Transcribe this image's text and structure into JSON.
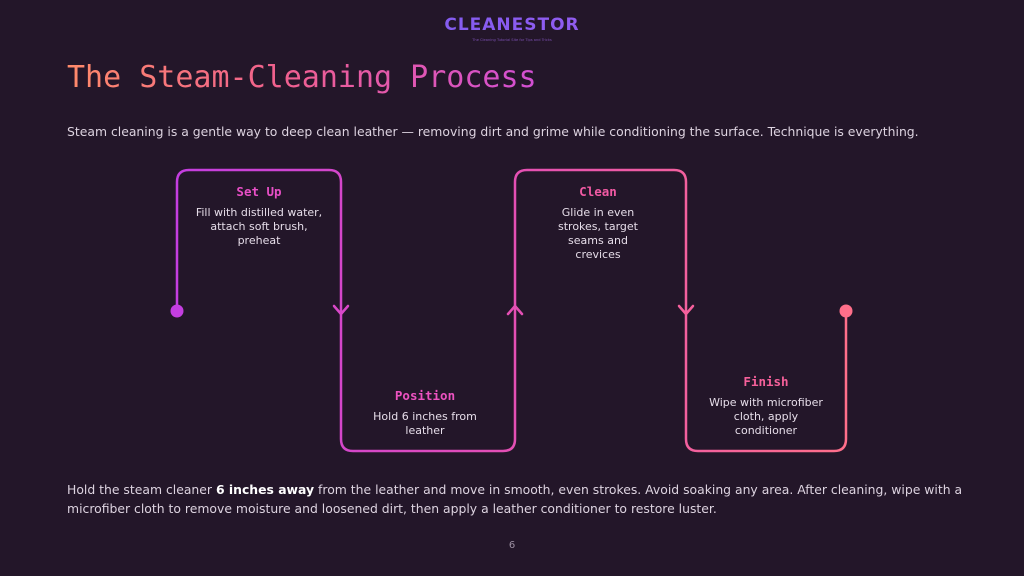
{
  "brand": {
    "name": "CLEANESTOR",
    "tagline": "The Cleaning Tutorial Site for Tips and Tricks"
  },
  "title": "The Steam-Cleaning Process",
  "intro": "Steam cleaning is a gentle way to deep clean leather — removing dirt and grime while conditioning the surface. Technique is everything.",
  "steps": [
    {
      "title": "Set Up",
      "description": "Fill with distilled water, attach soft brush, preheat",
      "color": "#f058b8"
    },
    {
      "title": "Position",
      "description": "Hold 6 inches from leather",
      "color": "#f058b8"
    },
    {
      "title": "Clean",
      "description": "Glide in even strokes, target seams and crevices",
      "color": "#f06090"
    },
    {
      "title": "Finish",
      "description": "Wipe with microfiber cloth, apply conditioner",
      "color": "#f06090"
    }
  ],
  "footer": {
    "before": "Hold the steam cleaner ",
    "bold": "6 inches away",
    "after": " from the leather and move in smooth, even strokes. Avoid soaking any area. After cleaning, wipe with a microfiber cloth to remove moisture and loosened dirt, then apply a leather conditioner to restore luster."
  },
  "page_number": "6",
  "colors": {
    "background": "#231629",
    "path_start": "#c43ee0",
    "path_end": "#ff6f8a"
  }
}
